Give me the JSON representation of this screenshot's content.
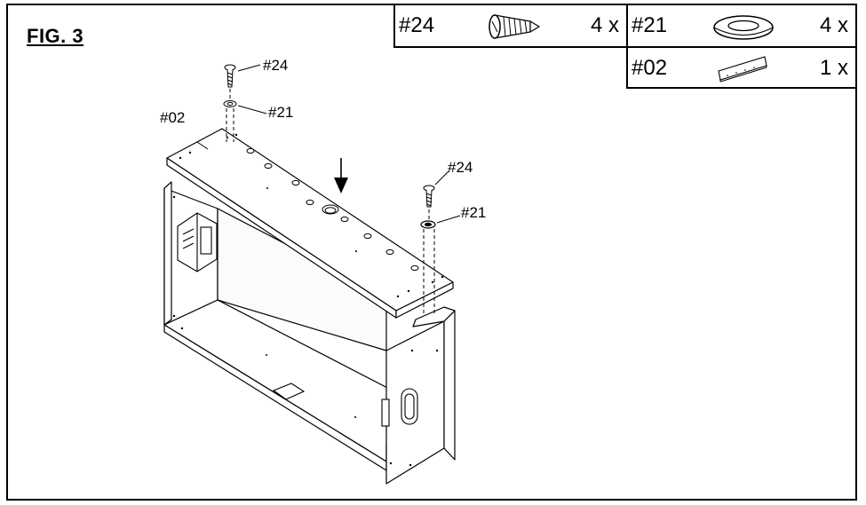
{
  "figure": {
    "title": "FIG. 3"
  },
  "parts": [
    {
      "id": "#24",
      "qty": "4 x",
      "icon": "screw-icon"
    },
    {
      "id": "#21",
      "qty": "4 x",
      "icon": "washer-icon"
    },
    {
      "id": "#02",
      "qty": "1 x",
      "icon": "panel-icon"
    }
  ],
  "callouts": {
    "screw_left": "#24",
    "washer_left": "#21",
    "panel": "#02",
    "screw_right": "#24",
    "washer_right": "#21"
  }
}
